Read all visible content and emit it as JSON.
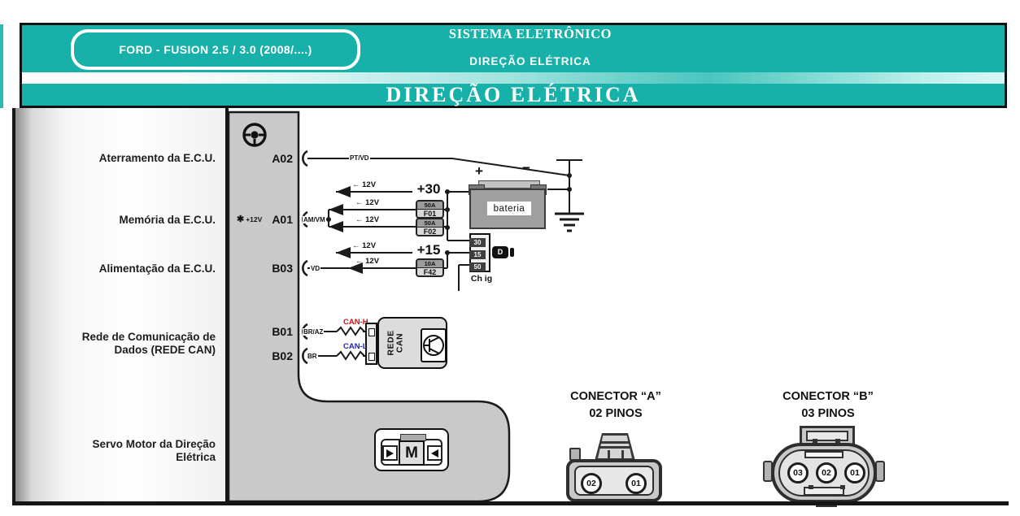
{
  "header": {
    "model_badge": "FORD - FUSION 2.5 / 3.0 (2008/....)",
    "system_title": "SISTEMA ELETRÔNICO",
    "system_subtitle": "DIREÇÃO ELÉTRICA",
    "banner_title": "DIREÇÃO ELÉTRICA",
    "accent_color": "#17b1a9"
  },
  "left_labels": [
    "Aterramento da E.C.U.",
    "Memória da E.C.U.",
    "Alimentação da E.C.U.",
    "Rede de Comunicação de\nDados (REDE CAN)",
    "Servo Motor da Direção\nElétrica"
  ],
  "ecu": {
    "pins": [
      {
        "id": "A02",
        "wire": "PT/VD"
      },
      {
        "id": "A01",
        "wire": "AM/VM"
      },
      {
        "id": "B03",
        "wire": "VD"
      },
      {
        "id": "B01",
        "wire": "BR/AZ"
      },
      {
        "id": "B02",
        "wire": "BR"
      }
    ],
    "perm_power_icon": "✱",
    "perm_power_label": "+12V"
  },
  "power": {
    "v12_label": "← 12V",
    "plus30": "+30",
    "plus15": "+15"
  },
  "battery": {
    "plus": "+",
    "minus": "−",
    "label": "bateria"
  },
  "fuses": [
    {
      "amps": "50A",
      "name": "F01"
    },
    {
      "amps": "50A",
      "name": "F02"
    },
    {
      "amps": "10A",
      "name": "F42"
    }
  ],
  "ignition": {
    "terminals": [
      "30",
      "15",
      "50"
    ],
    "label": "Ch ig",
    "key_glyph": "D"
  },
  "can": {
    "high_label": "CAN-H",
    "high_color": "#cf1111",
    "low_label": "CAN-L",
    "low_color": "#1e22c0",
    "node_label": "REDE\nCAN"
  },
  "motor": {
    "letter": "M"
  },
  "connectors": {
    "a": {
      "title": "CONECTOR “A”",
      "subtitle": "02 PINOS",
      "pins": [
        "02",
        "01"
      ]
    },
    "b": {
      "title": "CONECTOR “B”",
      "subtitle": "03 PINOS",
      "pins": [
        "03",
        "02",
        "01"
      ]
    }
  }
}
